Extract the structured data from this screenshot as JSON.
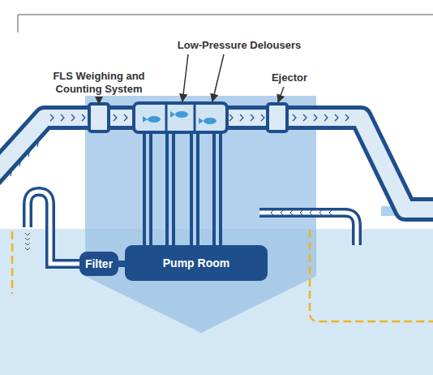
{
  "diagram": {
    "nodes": [
      {
        "text": [
          "Filter"
        ]
      },
      {
        "text": [
          "Pump Room"
        ]
      }
    ],
    "edges": [
      {
        "from": 0,
        "to": 1,
        "arrow": "none"
      }
    ],
    "labels": [
      "Low-Pressure Delousers",
      "FLS Weighing and Counting System",
      "Ejector"
    ]
  }
}
